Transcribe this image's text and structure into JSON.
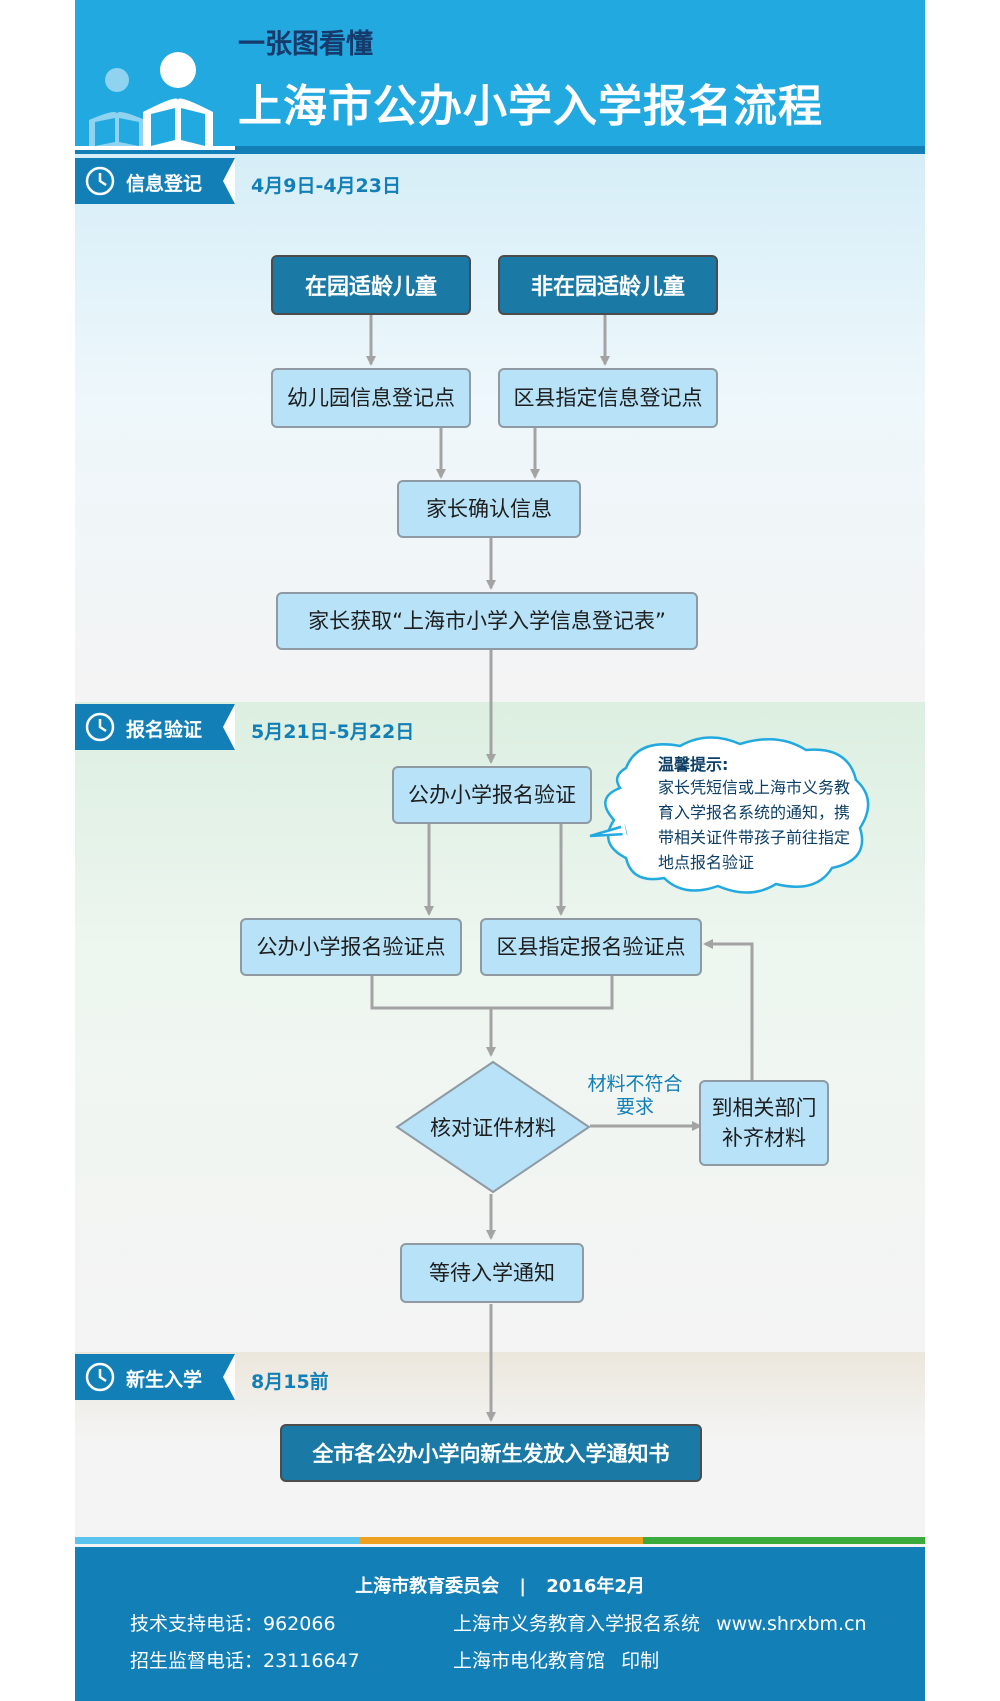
{
  "header": {
    "subtitle": "一张图看懂",
    "title": "上海市公办小学入学报名流程"
  },
  "phases": [
    {
      "label": "信息登记",
      "date": "4月9日-4月23日"
    },
    {
      "label": "报名验证",
      "date": "5月21日-5月22日"
    },
    {
      "label": "新生入学",
      "date": "8月15前"
    }
  ],
  "flow": {
    "in_kindergarten": "在园适龄儿童",
    "not_in_kindergarten": "非在园适龄儿童",
    "kindergarten_point": "幼儿园信息登记点",
    "district_point": "区县指定信息登记点",
    "parent_confirm": "家长确认信息",
    "parent_get_form": "家长获取“上海市小学入学信息登记表”",
    "school_verify": "公办小学报名验证",
    "school_verify_point": "公办小学报名验证点",
    "district_verify_point": "区县指定报名验证点",
    "check_docs": "核对证件材料",
    "docs_invalid_line1": "材料不符合",
    "docs_invalid_line2": "要求",
    "supplement_line1": "到相关部门",
    "supplement_line2": "补齐材料",
    "wait_notice": "等待入学通知",
    "issue_notice": "全市各公办小学向新生发放入学通知书"
  },
  "tip": {
    "title": "温馨提示:",
    "lines": [
      "家长凭短信或上海市义务教",
      "育入学报名系统的通知，携",
      "带相关证件带孩子前往指定",
      "地点报名验证"
    ]
  },
  "footer": {
    "issuer": "上海市教育委员会",
    "separator": "|",
    "date": "2016年2月",
    "tech_support": "技术支持电话：962066",
    "system": "上海市义务教育入学报名系统",
    "url": "www.shrxbm.cn",
    "supervision": "招生监督电话：23116647",
    "printer": "上海市电化教育馆",
    "printed": "印制"
  },
  "colors": {
    "header_blue": "#22a9e0",
    "dark_blue": "#137fb7",
    "box_dark": "#1b7aa5",
    "box_light": "#b7e2f7",
    "stripe_blue": "#5bc4ee",
    "stripe_orange": "#f0a020",
    "stripe_green": "#3aaa3a"
  },
  "icons": [
    "reading-child-icon",
    "clock-icon",
    "thought-cloud-icon"
  ]
}
